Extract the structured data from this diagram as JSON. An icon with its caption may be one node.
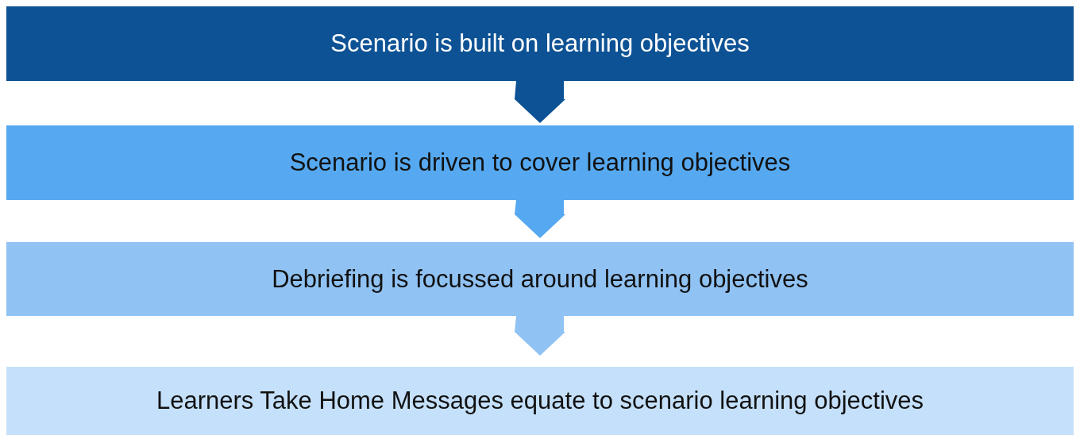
{
  "diagram": {
    "nodes": [
      {
        "text": [
          "Scenario is built on learning objectives"
        ]
      },
      {
        "text": [
          "Scenario is driven to cover learning objectives"
        ]
      },
      {
        "text": [
          "Debriefing is focussed around learning objectives"
        ]
      },
      {
        "text": [
          "Learners Take Home Messages equate to scenario learning objectives"
        ]
      }
    ],
    "edges": [
      {
        "from": 0,
        "to": 1,
        "arrow": "to",
        "color": "#0d5294"
      },
      {
        "from": 1,
        "to": 2,
        "arrow": "to",
        "color": "#56a9f0"
      },
      {
        "from": 2,
        "to": 3,
        "arrow": "to",
        "color": "#90c3f3"
      }
    ]
  }
}
